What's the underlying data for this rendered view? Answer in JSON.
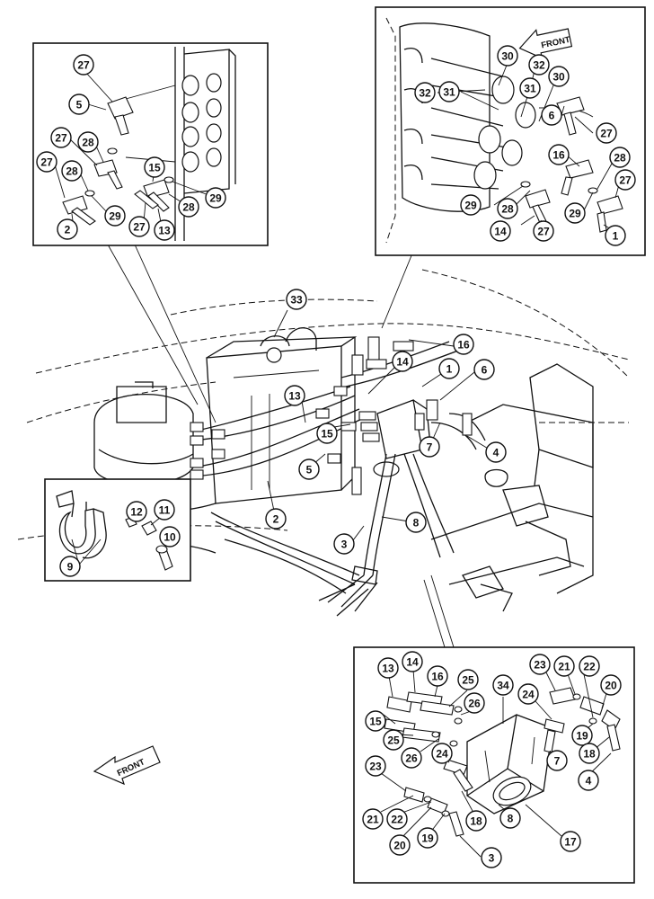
{
  "front_label": "FRONT",
  "callouts": {
    "tl": [
      "27",
      "5",
      "27",
      "28",
      "27",
      "28",
      "15",
      "29",
      "29",
      "2",
      "27",
      "13",
      "28"
    ],
    "tr": [
      "30",
      "32",
      "32",
      "31",
      "31",
      "30",
      "6",
      "27",
      "16",
      "28",
      "27",
      "29",
      "28",
      "29",
      "14",
      "27",
      "1"
    ],
    "main": [
      "33",
      "16",
      "14",
      "1",
      "6",
      "13",
      "15",
      "5",
      "7",
      "4",
      "2",
      "3",
      "8"
    ],
    "clamp": [
      "12",
      "11",
      "10",
      "9"
    ],
    "br": [
      "13",
      "14",
      "16",
      "25",
      "26",
      "34",
      "23",
      "21",
      "22",
      "20",
      "24",
      "15",
      "25",
      "26",
      "24",
      "19",
      "18",
      "7",
      "4",
      "23",
      "21",
      "22",
      "8",
      "18",
      "20",
      "19",
      "17",
      "3"
    ]
  }
}
